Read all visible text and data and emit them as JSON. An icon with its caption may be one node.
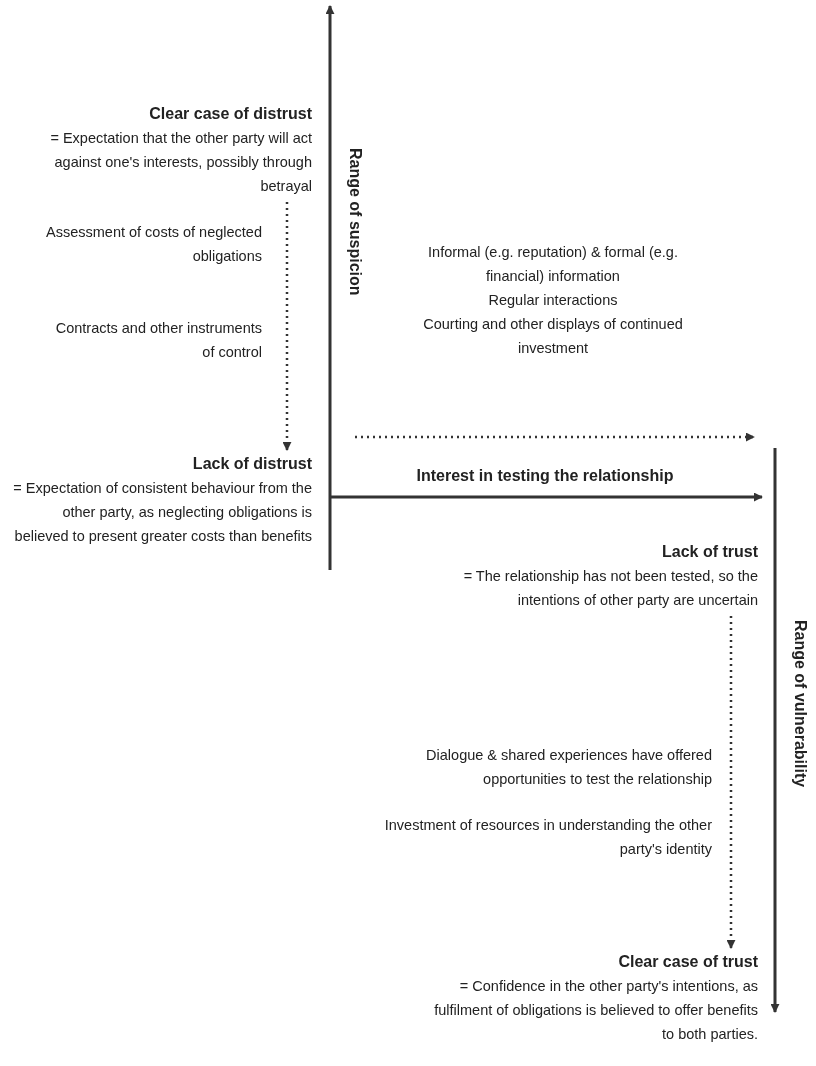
{
  "diagram": {
    "nodes": [
      {
        "text": [
          "Clear case of distrust",
          "= Expectation that the other party will act against one's interests, possibly through betrayal"
        ]
      },
      {
        "text": [
          "Lack of distrust",
          "= Expectation of consistent behaviour from the other party, as neglecting obligations is believed to present greater costs than benefits"
        ]
      },
      {
        "text": [
          "Lack of trust",
          "= The relationship has not been tested, so the intentions of other party are uncertain"
        ]
      },
      {
        "text": [
          "Clear case of trust",
          "= Confidence in the other party's intentions, as fulfilment of obligations is believed to offer benefits to both parties."
        ]
      }
    ],
    "edges": [
      {
        "from": 0,
        "to": 1,
        "arrow": "to",
        "style": "dashed"
      },
      {
        "from": 2,
        "to": 3,
        "arrow": "to",
        "style": "dashed"
      }
    ],
    "labels": [
      "Range of suspicion",
      "Assessment of costs of neglected obligations",
      "Contracts and other instruments of control",
      "Informal (e.g. reputation) & formal (e.g. financial) information",
      "Regular interactions",
      "Courting and other displays of continued investment",
      "Interest in testing the relationship",
      "Range of vulnerability",
      "Dialogue & shared experiences have offered opportunities to test the relationship",
      "Investment of resources in understanding the other party's identity"
    ]
  }
}
